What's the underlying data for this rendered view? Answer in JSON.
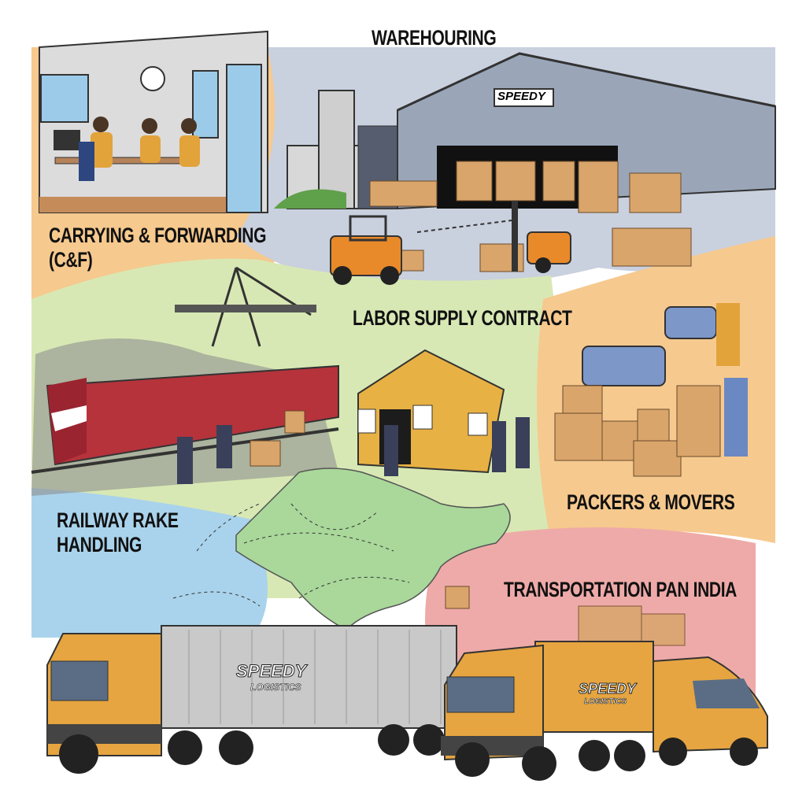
{
  "sections": {
    "warehousing": "WAREHOURING",
    "cf_line1": "CARRYING & FORWARDING",
    "cf_line2": "(C&F)",
    "labor": "LABOR SUPPLY CONTRACT",
    "railway_line1": "RAILWAY RAKE",
    "railway_line2": "HANDLING",
    "packers": "PACKERS & MOVERS",
    "transport": "TRANSPORTATION PAN INDIA"
  },
  "branding": {
    "warehouse_sign": "SPEEDY",
    "trailer_brand": "SPEEDY",
    "trailer_sub": "LOGISTICS",
    "truck_brand": "SPEEDY",
    "truck_sub": "LOGISTICS"
  },
  "colors": {
    "orange_zone": "#f6c98e",
    "warehouse_zone": "#c9d0de",
    "green_zone": "#d8e8b4",
    "blue_zone": "#a9d3ec",
    "pink_zone": "#eeaaa8",
    "truck_orange": "#e6a540",
    "brand_red": "#d42a2a"
  }
}
